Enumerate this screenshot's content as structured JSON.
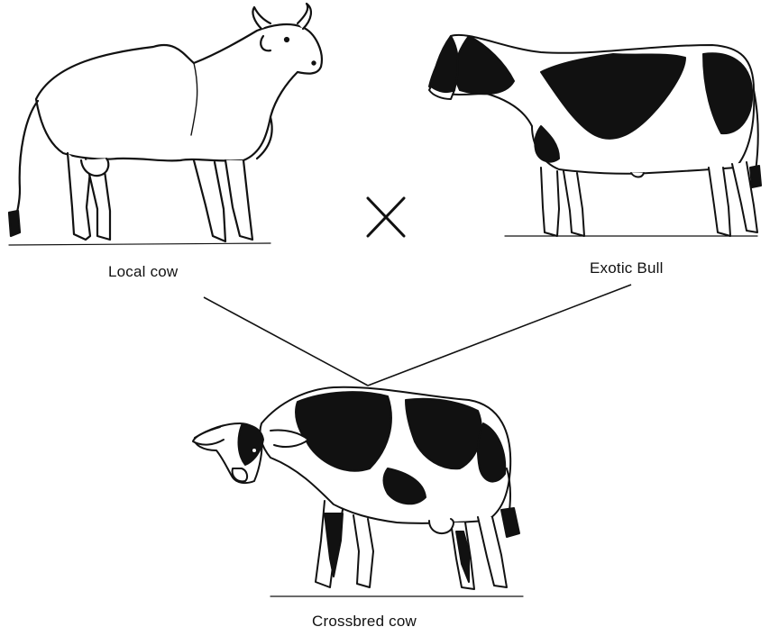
{
  "labels": {
    "local_cow": "Local cow",
    "exotic_bull": "Exotic Bull",
    "crossbred_cow": "Crossbred cow"
  },
  "cross_symbol": "×",
  "colors": {
    "ink": "#111111",
    "background": "#ffffff"
  }
}
